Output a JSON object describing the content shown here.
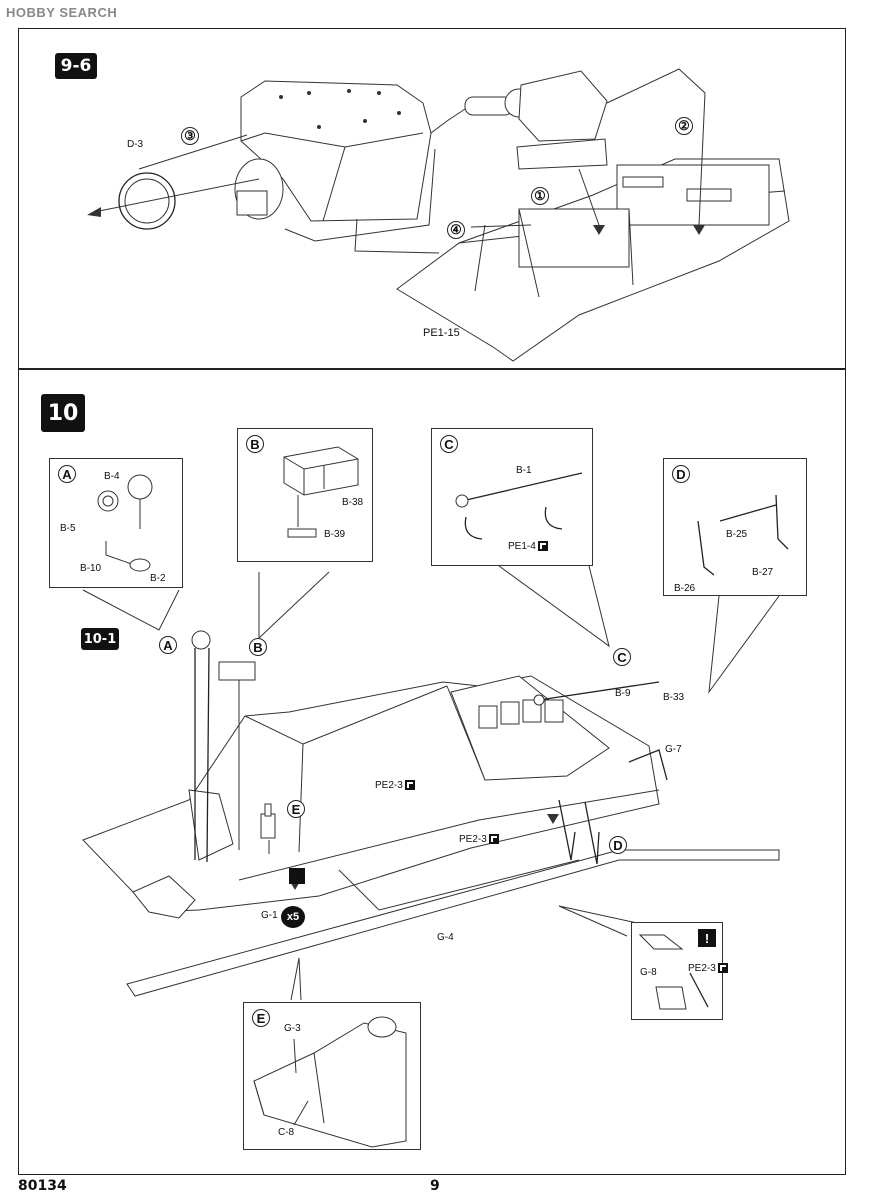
{
  "header": {
    "logo_text": "HOBBY SEARCH"
  },
  "panel_top": {
    "step_label": "9-6",
    "callouts": [
      "①",
      "②",
      "③",
      "④"
    ],
    "parts": {
      "d3": "D-3",
      "pe1_15": "PE1-15"
    }
  },
  "panel_bottom": {
    "step_label": "10",
    "substep_label": "10-1",
    "boxes": {
      "A": {
        "letter": "A",
        "parts": [
          "B-4",
          "B-5",
          "B-10",
          "B-2"
        ]
      },
      "B": {
        "letter": "B",
        "parts": [
          "B-38",
          "B-39"
        ]
      },
      "C": {
        "letter": "C",
        "parts": [
          "B-1",
          "PE1-4"
        ]
      },
      "D": {
        "letter": "D",
        "parts": [
          "B-25",
          "B-26",
          "B-27"
        ]
      },
      "E": {
        "letter": "E",
        "parts": [
          "G-3",
          "C-8"
        ]
      },
      "warn": {
        "parts": [
          "G-8",
          "PE2-3"
        ],
        "warning": "!"
      }
    },
    "markers": {
      "A": "A",
      "B": "B",
      "C": "C",
      "D": "D",
      "E": "E"
    },
    "parts": {
      "b9": "B-9",
      "b33": "B-33",
      "g7": "G-7",
      "pe2_3a": "PE2-3",
      "pe2_3b": "PE2-3",
      "g1": "G-1",
      "g1_qty": "x5",
      "g4": "G-4"
    }
  },
  "footer": {
    "product_code": "80134",
    "page_number": "9"
  }
}
